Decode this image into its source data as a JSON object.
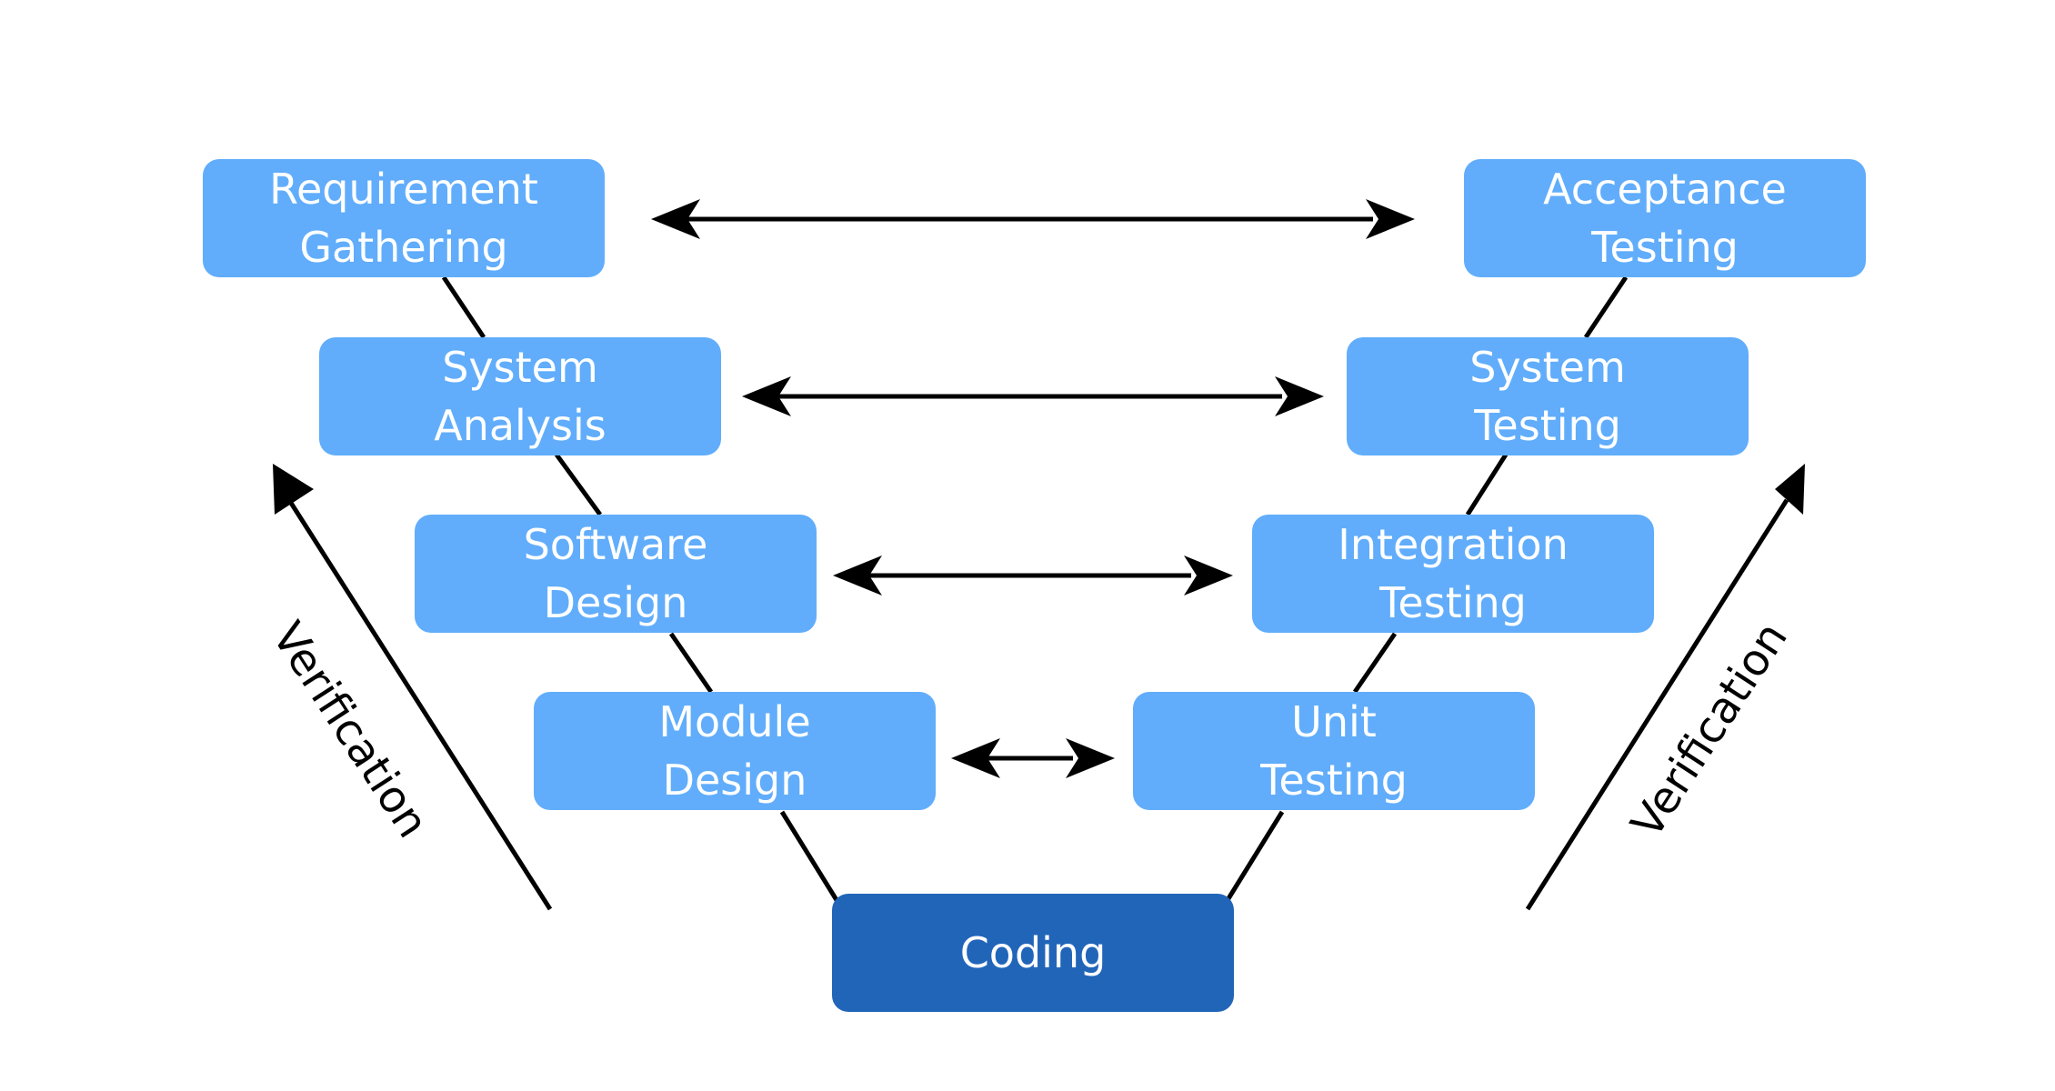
{
  "colors": {
    "box": "#61adfb",
    "box_core": "#2165b9",
    "box_text": "#ffffff",
    "line": "#000000"
  },
  "left_column": [
    {
      "line1": "Requirement",
      "line2": "Gathering"
    },
    {
      "line1": "System",
      "line2": "Analysis"
    },
    {
      "line1": "Software",
      "line2": "Design"
    },
    {
      "line1": "Module",
      "line2": "Design"
    }
  ],
  "right_column": [
    {
      "line1": "Acceptance",
      "line2": "Testing"
    },
    {
      "line1": "System",
      "line2": "Testing"
    },
    {
      "line1": "Integration",
      "line2": "Testing"
    },
    {
      "line1": "Unit",
      "line2": "Testing"
    }
  ],
  "bottom": {
    "label": "Coding"
  },
  "side_labels": {
    "left": "Verification",
    "right": "Verification"
  }
}
